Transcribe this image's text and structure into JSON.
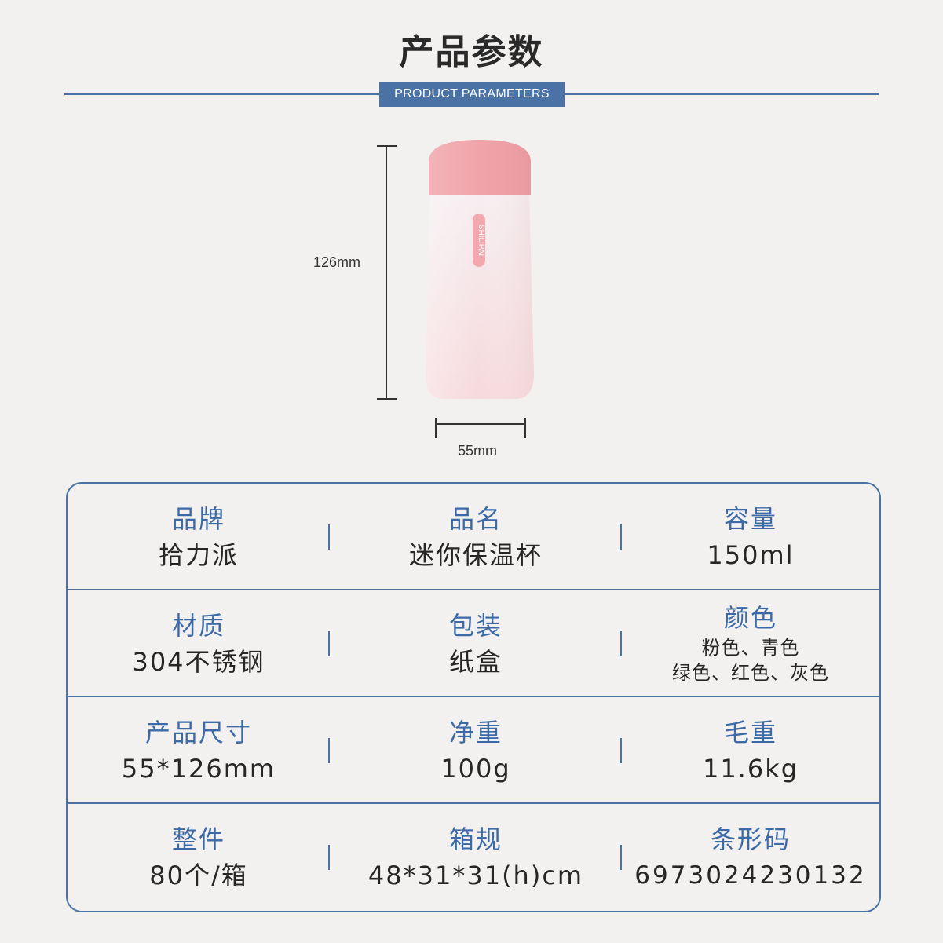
{
  "header": {
    "title": "产品参数",
    "subtitle": "PRODUCT PARAMETERS"
  },
  "product_image": {
    "brand_print": "SHILIPAI",
    "height_label": "126mm",
    "width_label": "55mm",
    "colors": {
      "lid": "#f0a6ac",
      "body_top": "#f4ecee",
      "body_bottom": "#f5d8db",
      "accent": "#4a72a4"
    }
  },
  "params": {
    "rows": [
      [
        {
          "label": "品牌",
          "value": "拾力派"
        },
        {
          "label": "品名",
          "value": "迷你保温杯"
        },
        {
          "label": "容量",
          "value": "150ml"
        }
      ],
      [
        {
          "label": "材质",
          "value": "304不锈钢"
        },
        {
          "label": "包装",
          "value": "纸盒"
        },
        {
          "label": "颜色",
          "value_line1": "粉色、青色",
          "value_line2": "绿色、红色、灰色"
        }
      ],
      [
        {
          "label": "产品尺寸",
          "value": "55*126mm"
        },
        {
          "label": "净重",
          "value": "100g"
        },
        {
          "label": "毛重",
          "value": "11.6kg"
        }
      ],
      [
        {
          "label": "整件",
          "value": "80个/箱"
        },
        {
          "label": "箱规",
          "value": "48*31*31(h)cm"
        },
        {
          "label": "条形码",
          "value": "6973024230132"
        }
      ]
    ]
  }
}
